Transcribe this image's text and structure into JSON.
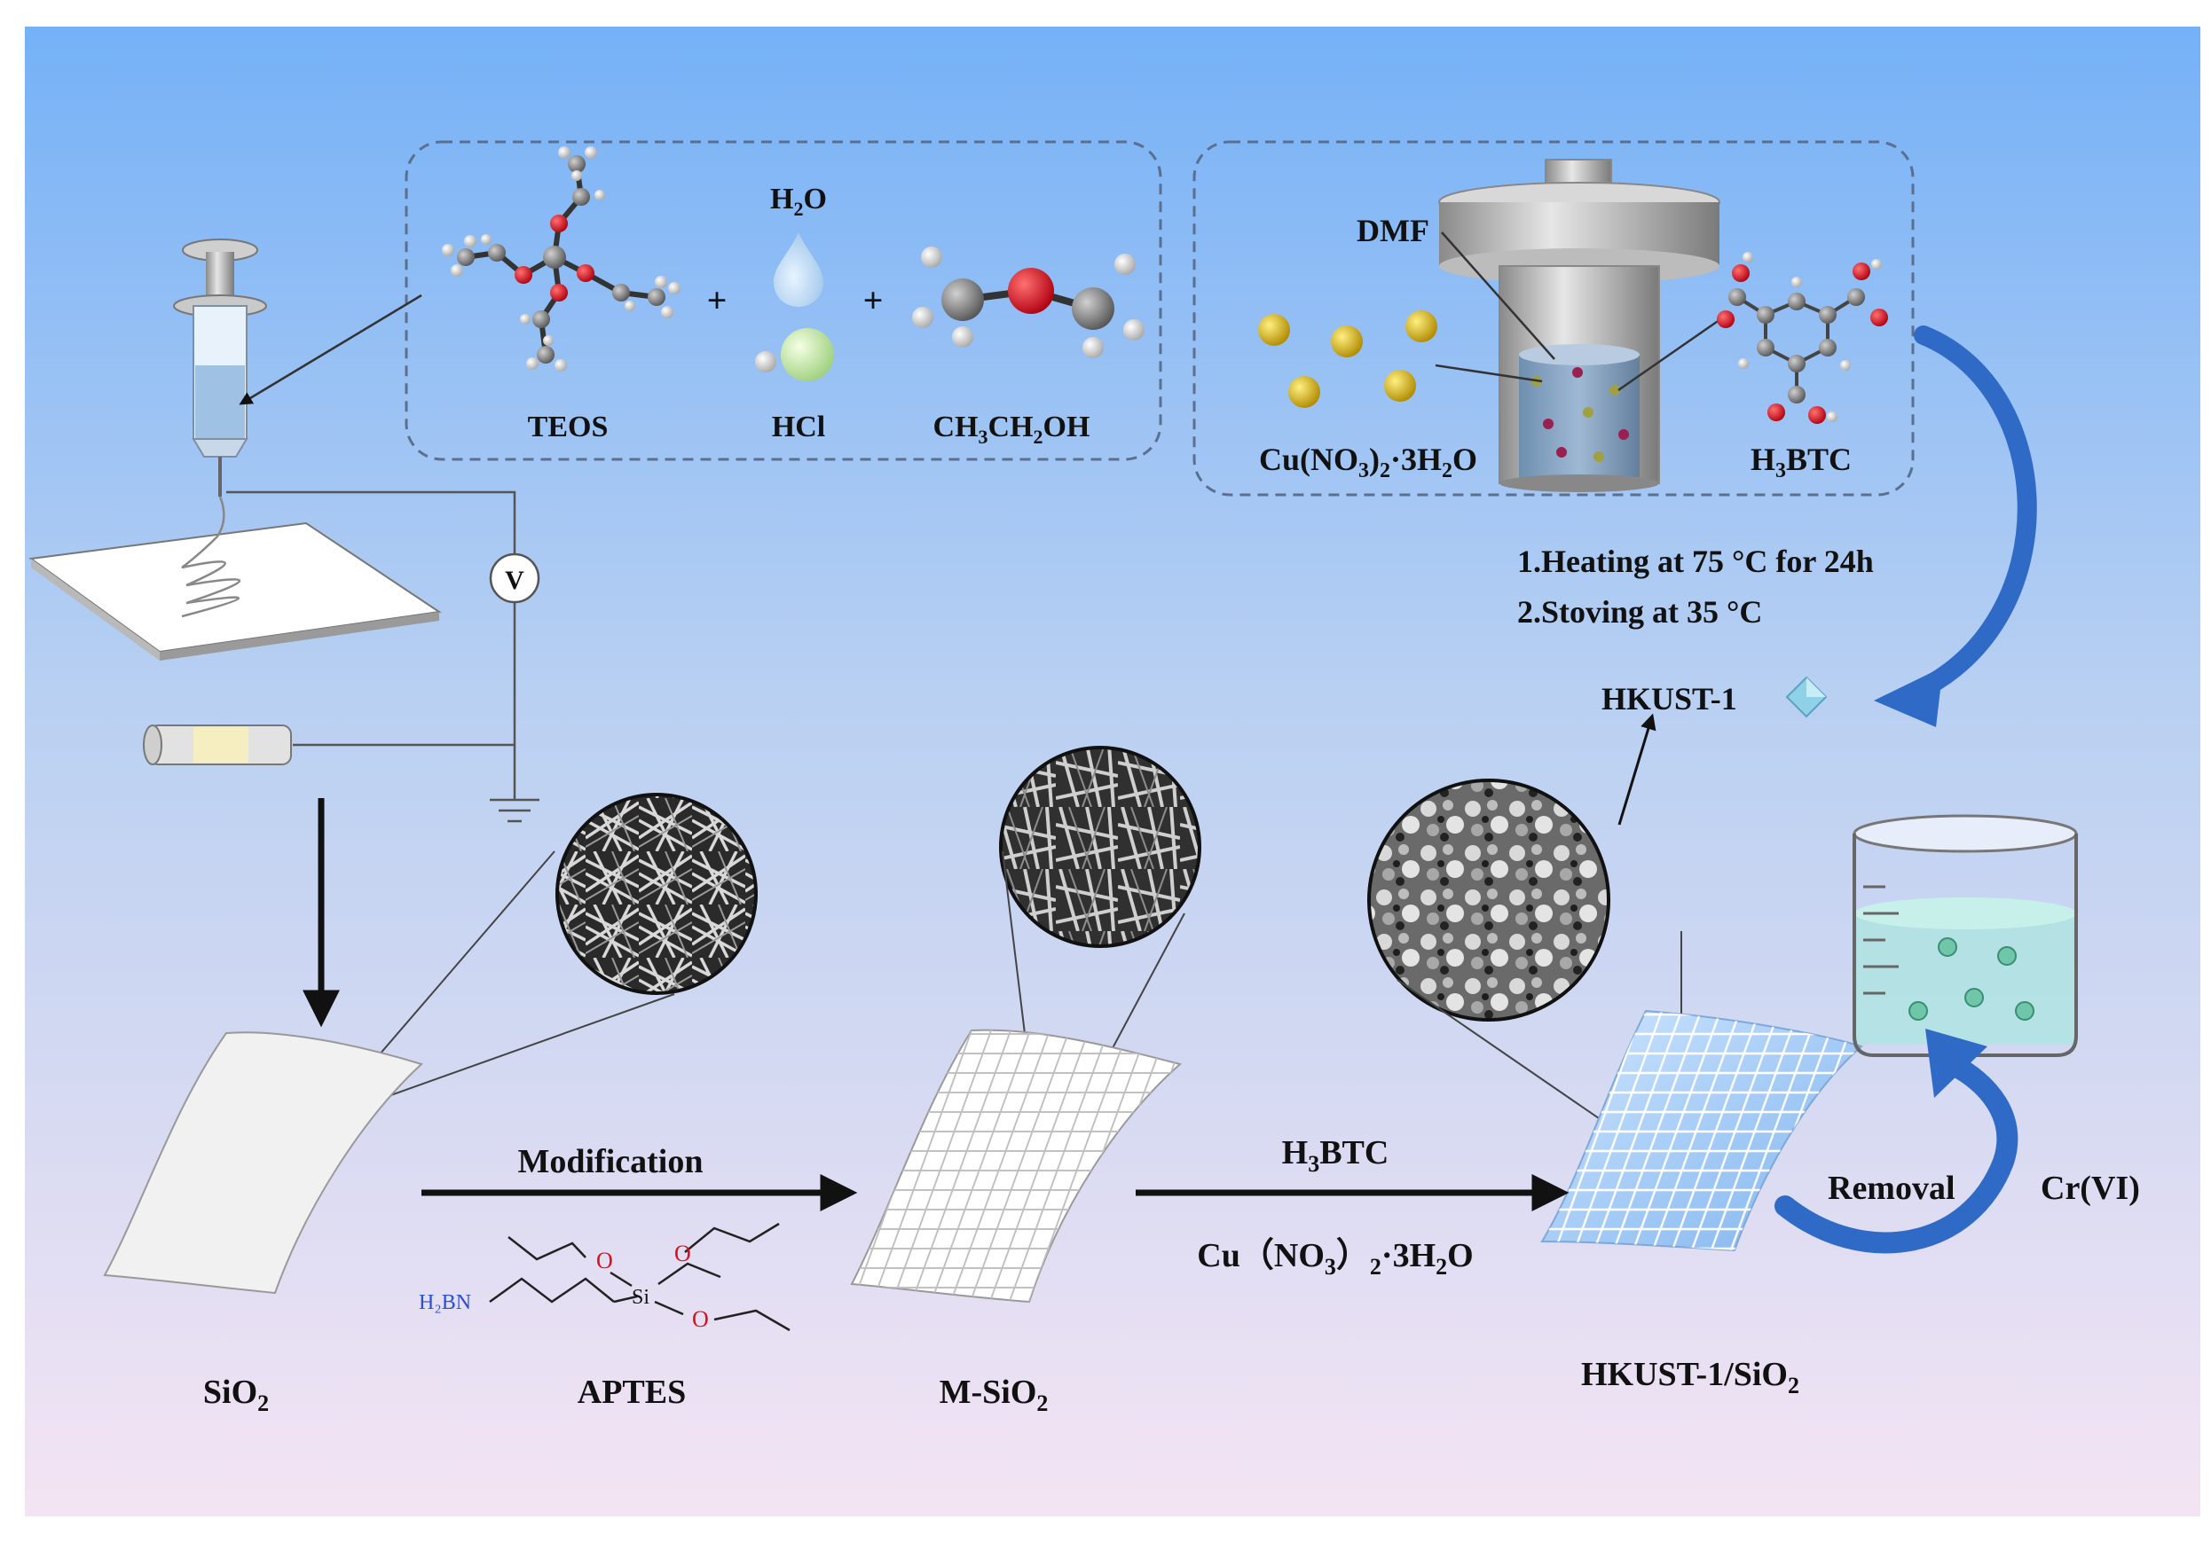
{
  "reagents": {
    "teos": "TEOS",
    "h2o": {
      "base": "H",
      "sub": "2",
      "tail": "O"
    },
    "hcl": "HCl",
    "ethanol": {
      "p1": "CH",
      "s1": "3",
      "p2": "CH",
      "s2": "2",
      "p3": "OH"
    },
    "plus": "+"
  },
  "synthesis": {
    "dmf": "DMF",
    "copper_nitrate": {
      "p1": "Cu(NO",
      "s1": "3",
      "p2": ")",
      "s2": "2",
      "p3": "·3H",
      "s3": "2",
      "p4": "O"
    },
    "linker": {
      "p1": "H",
      "s1": "3",
      "p2": "BTC"
    }
  },
  "conditions": {
    "step1": "1.Heating at 75 °C for 24h",
    "step2": "2.Stoving at 35 °C"
  },
  "hkust_label": "HKUST-1",
  "voltmeter": "V",
  "process": {
    "modification": "Modification",
    "reagent2": {
      "p1": "H",
      "s1": "3",
      "p2": "BTC"
    },
    "reagent3": {
      "p1": "Cu（NO",
      "s1": "3",
      "p2": "）",
      "s2": "2",
      "p3": "·3H",
      "s3": "2",
      "p4": "O"
    },
    "removal": "Removal",
    "pollutant": "Cr(VI)"
  },
  "aptes_struct": {
    "o": "O",
    "si": "Si",
    "nh2": "H₂BN"
  },
  "materials": {
    "sio2": {
      "p1": "SiO",
      "s1": "2"
    },
    "aptes": "APTES",
    "msio2": {
      "p1": "M-SiO",
      "s1": "2"
    },
    "composite": {
      "p1": "HKUST-1/SiO",
      "s1": "2"
    }
  },
  "colors": {
    "bg_top": "#7db4f5",
    "bg_bottom": "#f2e4f2",
    "arrow_blue": "#2f6bc6",
    "oxygen": "#d8101a",
    "copper_ion": "#d4b020"
  }
}
